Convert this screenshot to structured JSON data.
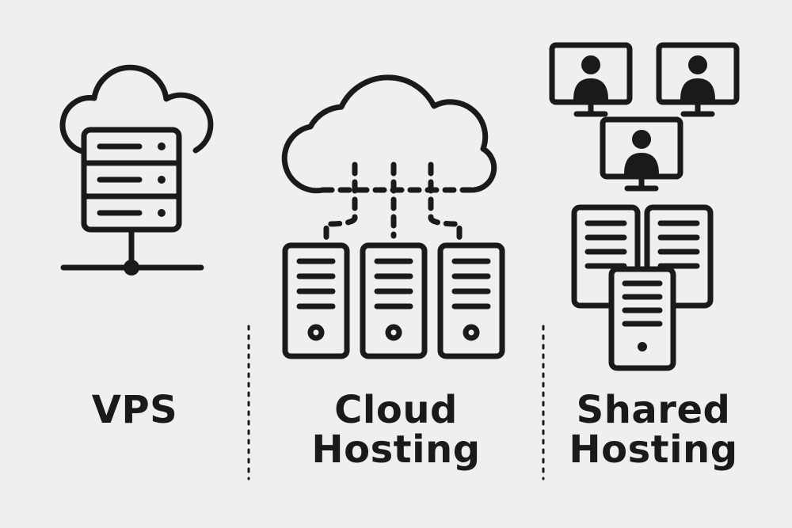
{
  "panels": {
    "vps": {
      "title": "VPS"
    },
    "cloud": {
      "title_line1": "Cloud",
      "title_line2": "Hosting"
    },
    "shared": {
      "title_line1": "Shared",
      "title_line2": "Hosting"
    }
  },
  "colors": {
    "background": "#efefef",
    "ink": "#1a1a1a"
  }
}
